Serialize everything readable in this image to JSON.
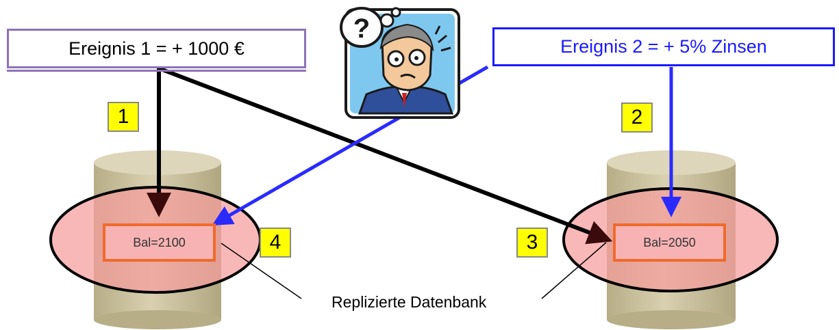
{
  "diagram": {
    "event1_label": "Ereignis 1 = + 1000 €",
    "event2_label": "Ereignis 2 = + 5% Zinsen",
    "step_labels": [
      "1",
      "2",
      "3",
      "4"
    ],
    "left_balance": "Bal=2100",
    "right_balance": "Bal=2050",
    "caption": "Replizierte Datenbank"
  },
  "colors": {
    "event1_border": "#8e72b6",
    "event2": "#1a1aff",
    "event1_arrow": "#000000",
    "cylinder": "#c9bf9b",
    "ellipse_fill": "#f5a0a0",
    "balance_border": "#f06a2c",
    "step_badge": "#ffff00"
  },
  "icons": {
    "confused_person": "confused-businessman-icon"
  }
}
